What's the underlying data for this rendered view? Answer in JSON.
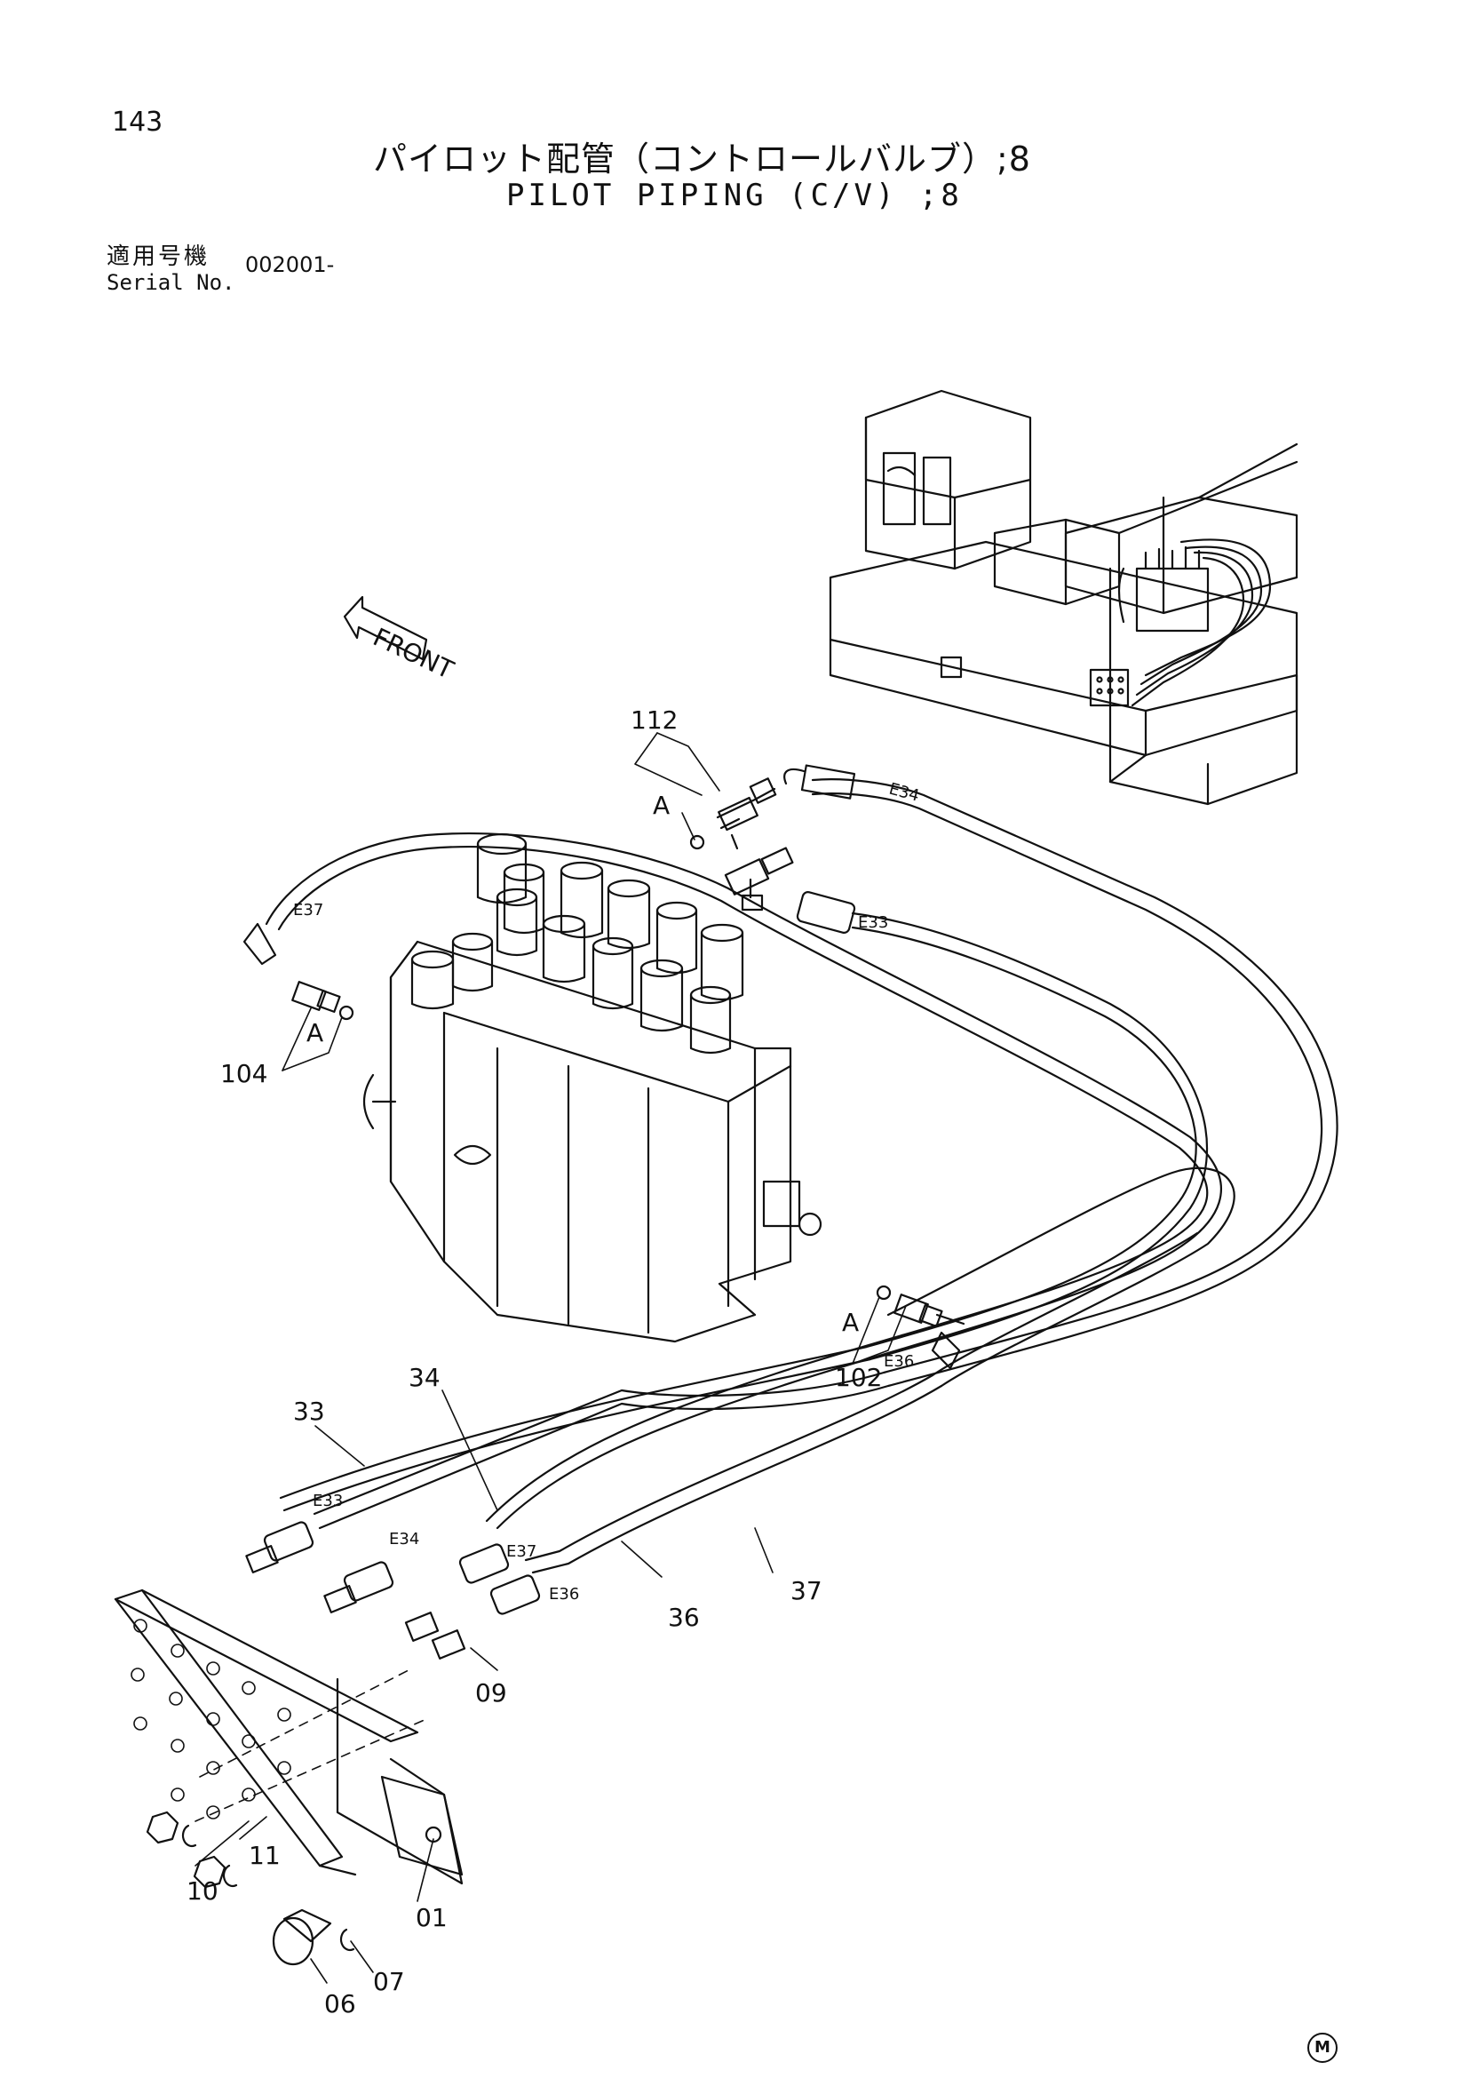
{
  "header": {
    "page_number": "143",
    "title_jp": "パイロット配管（コントロールバルブ）;8",
    "title_en": "PILOT PIPING (C/V) ;8",
    "serial_label_jp": "適用号機",
    "serial_label_en": "Serial No.",
    "serial_range": "002001-"
  },
  "diagram": {
    "front_label": "FRONT",
    "port_label": "A",
    "part_numbers": {
      "p112": "112",
      "p104": "104",
      "p102": "102",
      "p33": "33",
      "p34": "34",
      "p36": "36",
      "p37": "37",
      "p09": "09",
      "p10": "10",
      "p11": "11",
      "p01": "01",
      "p06": "06",
      "p07": "07"
    },
    "hose_labels": {
      "e33": "E33",
      "e34": "E34",
      "e36": "E36",
      "e37": "E37"
    }
  },
  "footer": {
    "mark": "M"
  }
}
